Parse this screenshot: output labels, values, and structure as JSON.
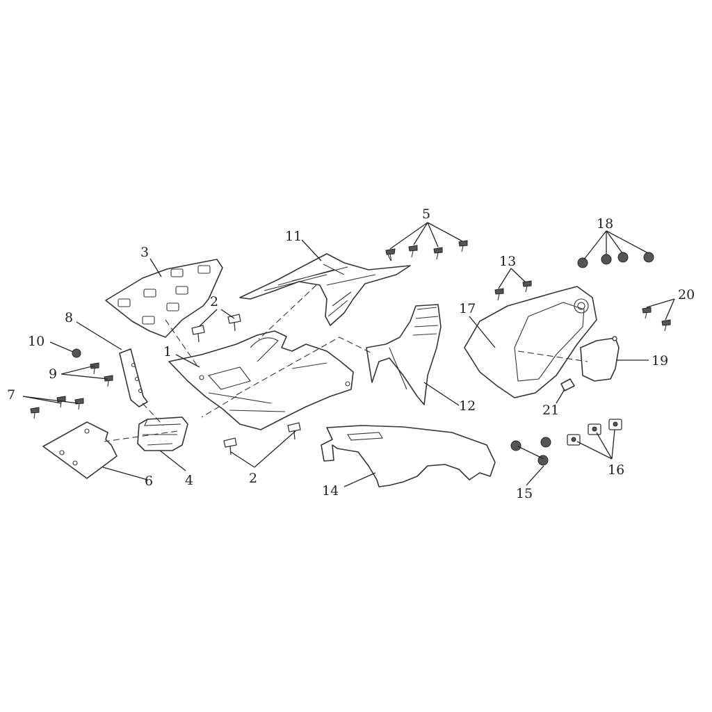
{
  "callouts": [
    {
      "id": "c1",
      "text": "1"
    },
    {
      "id": "c2a",
      "text": "2"
    },
    {
      "id": "c2b",
      "text": "2"
    },
    {
      "id": "c3",
      "text": "3"
    },
    {
      "id": "c4",
      "text": "4"
    },
    {
      "id": "c5",
      "text": "5"
    },
    {
      "id": "c6",
      "text": "6"
    },
    {
      "id": "c7",
      "text": "7"
    },
    {
      "id": "c8",
      "text": "8"
    },
    {
      "id": "c9",
      "text": "9"
    },
    {
      "id": "c10",
      "text": "10"
    },
    {
      "id": "c11",
      "text": "11"
    },
    {
      "id": "c12",
      "text": "12"
    },
    {
      "id": "c13",
      "text": "13"
    },
    {
      "id": "c14",
      "text": "14"
    },
    {
      "id": "c15",
      "text": "15"
    },
    {
      "id": "c16",
      "text": "16"
    },
    {
      "id": "c17",
      "text": "17"
    },
    {
      "id": "c18",
      "text": "18"
    },
    {
      "id": "c19",
      "text": "19"
    },
    {
      "id": "c20",
      "text": "20"
    },
    {
      "id": "c21",
      "text": "21"
    }
  ]
}
